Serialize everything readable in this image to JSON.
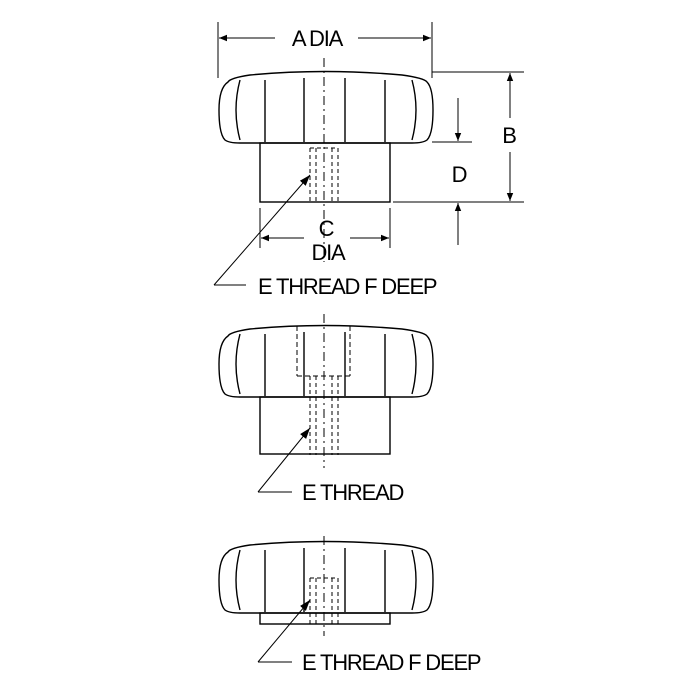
{
  "figure_1": {
    "a_label": "A DIA",
    "b_label": "B",
    "c_label": "C",
    "c_sub_label": "DIA",
    "d_label": "D",
    "callout": "E THREAD F DEEP"
  },
  "figure_2": {
    "callout": "E THREAD"
  },
  "figure_3": {
    "callout": "E THREAD F DEEP"
  }
}
